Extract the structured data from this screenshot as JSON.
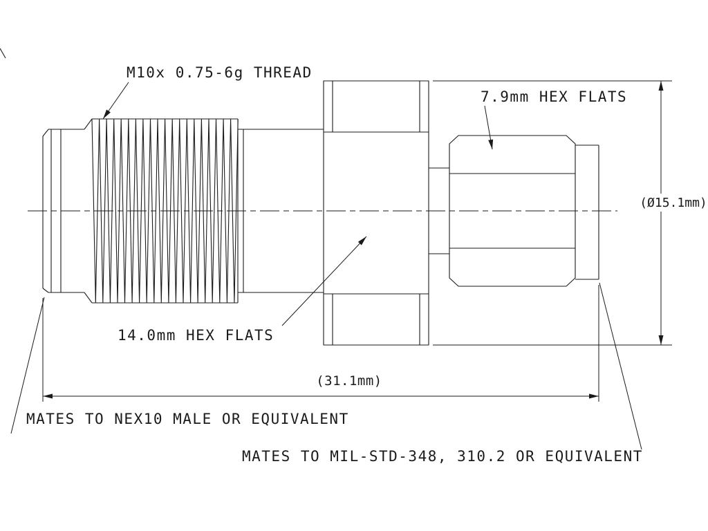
{
  "drawing": {
    "labels": {
      "thread": "M10x 0.75-6g THREAD",
      "hex_small": "7.9mm HEX FLATS",
      "hex_large": "14.0mm HEX FLATS"
    },
    "notes": {
      "left": "MATES TO NEX10 MALE OR EQUIVALENT",
      "right": "MATES TO MIL-STD-348, 310.2 OR EQUIVALENT"
    },
    "dimensions": {
      "diameter": "(Ø15.1mm)",
      "length": "(31.1mm)"
    },
    "colors": {
      "line": "#1a1a1a",
      "background": "#ffffff"
    }
  }
}
